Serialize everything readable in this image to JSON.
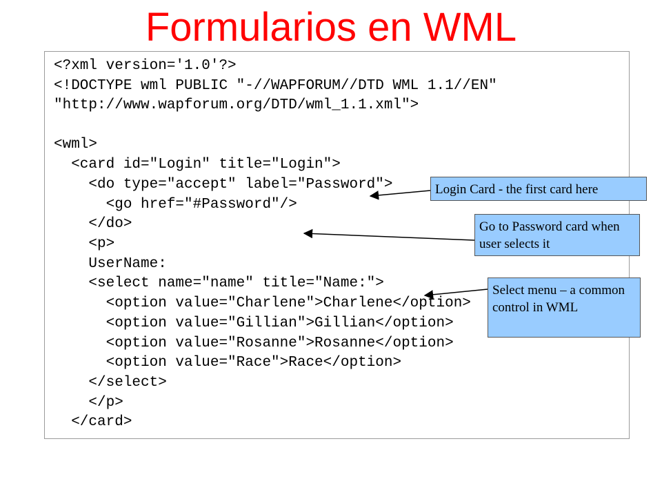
{
  "slide": {
    "title": "Formularios en WML"
  },
  "code": {
    "lines": [
      "<?xml version='1.0'?>",
      "<!DOCTYPE wml PUBLIC \"-//WAPFORUM//DTD WML 1.1//EN\"",
      "\"http://www.wapforum.org/DTD/wml_1.1.xml\">",
      "",
      "<wml>",
      "  <card id=\"Login\" title=\"Login\">",
      "    <do type=\"accept\" label=\"Password\">",
      "      <go href=\"#Password\"/>",
      "    </do>",
      "    <p>",
      "    UserName:",
      "    <select name=\"name\" title=\"Name:\">",
      "      <option value=\"Charlene\">Charlene</option>",
      "      <option value=\"Gillian\">Gillian</option>",
      "      <option value=\"Rosanne\">Rosanne</option>",
      "      <option value=\"Race\">Race</option>",
      "    </select>",
      "    </p>",
      "  </card>"
    ]
  },
  "callouts": {
    "login_card": "Login Card - the first card here",
    "password": "Go to Password card when user selects it",
    "select_menu": "Select menu – a common control in WML"
  },
  "colors": {
    "title": "#ff0000",
    "callout_fill": "#99ccff"
  }
}
